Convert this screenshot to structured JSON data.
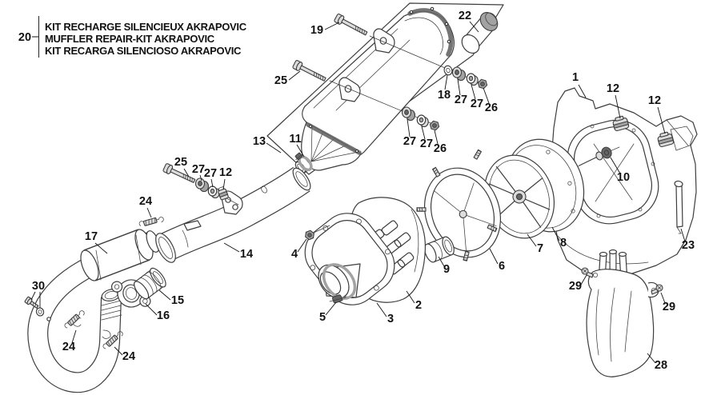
{
  "colors": {
    "background": "#ffffff",
    "line": "#3d3d3d",
    "label": "#121212",
    "shade_light": "#dcdcdc",
    "shade_mid": "#a2a2a2",
    "shade_dark": "#666666"
  },
  "title_block": {
    "number": "20",
    "lines": [
      "KIT RECHARGE SILENCIEUX AKRAPOVIC",
      "MUFFLER REPAIR-KIT AKRAPOVIC",
      "KIT RECARGA SILENCIOSO AKRAPOVIC"
    ]
  },
  "callouts": {
    "n1": "1",
    "n2": "2",
    "n3": "3",
    "n4": "4",
    "n5": "5",
    "n6": "6",
    "n7": "7",
    "n8": "8",
    "n9": "9",
    "n10": "10",
    "n11": "11",
    "n12a": "12",
    "n12b": "12",
    "n12c": "12",
    "n13": "13",
    "n14": "14",
    "n15": "15",
    "n16": "16",
    "n17": "17",
    "n18": "18",
    "n19": "19",
    "n22": "22",
    "n23": "23",
    "n24a": "24",
    "n24b": "24",
    "n24c": "24",
    "n25a": "25",
    "n25b": "25",
    "n26a": "26",
    "n26b": "26",
    "n27a": "27",
    "n27b": "27",
    "n27c": "27",
    "n27d": "27",
    "n27e": "27",
    "n27f": "27",
    "n28": "28",
    "n29a": "29",
    "n29b": "29",
    "n30": "30"
  }
}
